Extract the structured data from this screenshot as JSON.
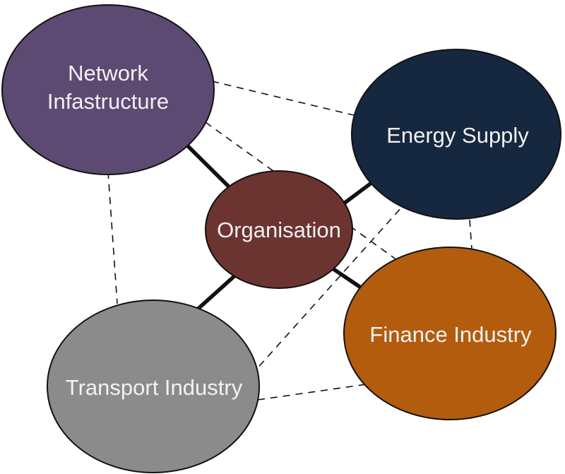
{
  "diagram": {
    "type": "relationship-network-diagram",
    "style": {
      "background": "#FFFFFF",
      "edge_color": "#111111",
      "node_border_color": "#111111",
      "text_color": "#F2F1F3"
    },
    "nodes": [
      {
        "id": "network-infrastructure",
        "label": "Network Infastructure",
        "label_lines": [
          "Network",
          "Infastructure"
        ],
        "fill": "#5C4A73"
      },
      {
        "id": "energy-supply",
        "label": "Energy Supply",
        "fill": "#16283F"
      },
      {
        "id": "organisation",
        "label": "Organisation",
        "fill": "#6C3430"
      },
      {
        "id": "transport-industry",
        "label": "Transport Industry",
        "fill": "#8B8B8B"
      },
      {
        "id": "finance-industry",
        "label": "Finance Industry",
        "fill": "#B35C0E"
      }
    ],
    "edges": {
      "solid": [
        {
          "from": "organisation",
          "to": "network-infrastructure"
        },
        {
          "from": "organisation",
          "to": "energy-supply"
        },
        {
          "from": "organisation",
          "to": "transport-industry"
        },
        {
          "from": "organisation",
          "to": "finance-industry"
        }
      ],
      "dashed": [
        {
          "from": "network-infrastructure",
          "to": "energy-supply"
        },
        {
          "from": "network-infrastructure",
          "to": "transport-industry"
        },
        {
          "from": "network-infrastructure",
          "to": "finance-industry"
        },
        {
          "from": "energy-supply",
          "to": "finance-industry"
        },
        {
          "from": "energy-supply",
          "to": "transport-industry"
        },
        {
          "from": "transport-industry",
          "to": "finance-industry"
        }
      ]
    }
  }
}
